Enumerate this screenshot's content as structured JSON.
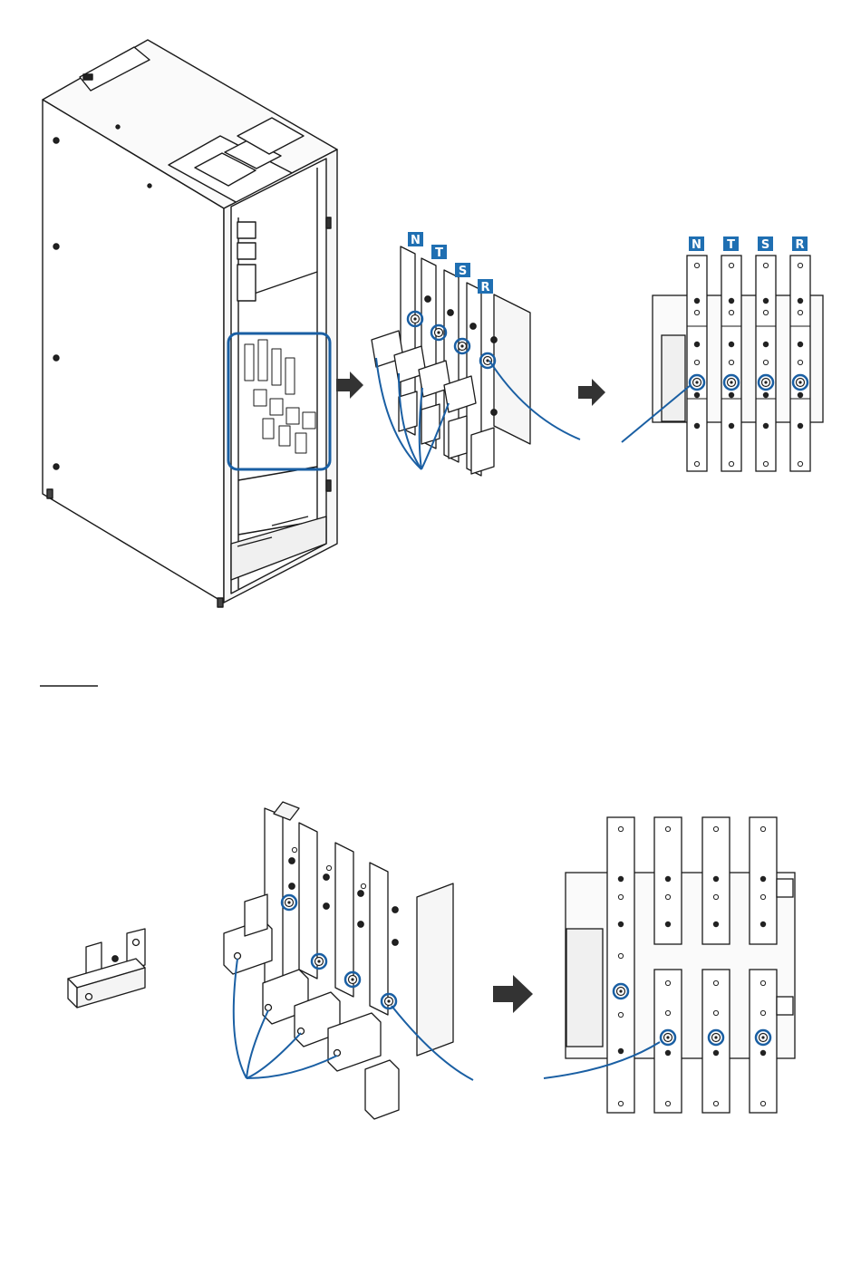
{
  "phase_labels_top_middle": [
    "N",
    "T",
    "S",
    "R"
  ],
  "phase_labels_top_right": [
    "N",
    "T",
    "S",
    "R"
  ],
  "colors": {
    "label_bg": "#1f6fb2",
    "callout": "#1a5fa3",
    "line": "#1a1a1a",
    "bolt": "#222222",
    "cabinet_face": "#ffffff",
    "panel_shade": "#f2f2f2"
  },
  "icons": [
    "arrow-right-icon",
    "arrow-right-icon",
    "arrow-right-icon"
  ]
}
